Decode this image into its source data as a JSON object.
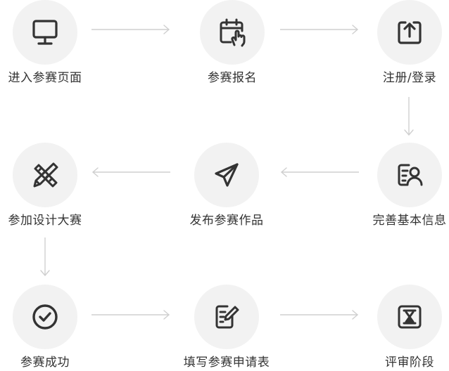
{
  "steps": [
    {
      "label": "进入参赛页面",
      "icon": "monitor-icon"
    },
    {
      "label": "参赛报名",
      "icon": "calendar-hand-icon"
    },
    {
      "label": "注册/登录",
      "icon": "upload-icon"
    },
    {
      "label": "完善基本信息",
      "icon": "profile-card-icon"
    },
    {
      "label": "发布参赛作品",
      "icon": "paper-plane-icon"
    },
    {
      "label": "参加设计大赛",
      "icon": "ruler-pencil-icon"
    },
    {
      "label": "参赛成功",
      "icon": "check-circle-icon"
    },
    {
      "label": "填写参赛申请表",
      "icon": "edit-form-icon"
    },
    {
      "label": "评审阶段",
      "icon": "hourglass-icon"
    }
  ],
  "colors": {
    "icon": "#333333",
    "circle_bg": "#f2f2f2",
    "arrow": "#cfcfcf",
    "text": "#333333"
  }
}
